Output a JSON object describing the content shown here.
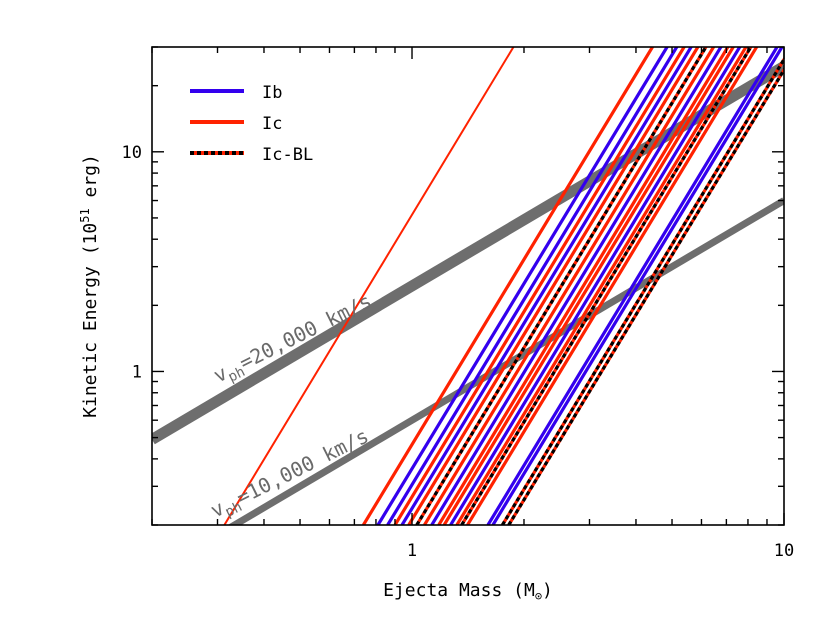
{
  "chart_data": {
    "type": "line",
    "xlabel_main": "Ejecta Mass (M",
    "xlabel_sym": "⊙",
    "xlabel_close": ")",
    "ylabel_main": "Kinetic Energy (10",
    "ylabel_sup": "51",
    "ylabel_unit": " erg)",
    "x_scale": "log",
    "y_scale": "log",
    "xlim": [
      0.2,
      10
    ],
    "ylim": [
      0.2,
      30
    ],
    "x_ticks": [
      {
        "value": 1,
        "label": "1"
      },
      {
        "value": 10,
        "label": "10"
      }
    ],
    "y_ticks": [
      {
        "value": 1,
        "label": "1"
      },
      {
        "value": 10,
        "label": "10"
      }
    ],
    "legend": {
      "position": "top-left",
      "entries": [
        {
          "label": "Ib",
          "color": "#3300ee",
          "style": "solid"
        },
        {
          "label": "Ic",
          "color": "#ff2200",
          "style": "solid"
        },
        {
          "label": "Ic-BL",
          "color": "#000000",
          "style": "dashed-on-red"
        }
      ]
    },
    "velocity_lines": [
      {
        "sub": "ph",
        "text": "=20,000 km/s",
        "color": "#6e6e6e",
        "x": [
          0.2,
          10
        ],
        "y": [
          0.49,
          24.5
        ]
      },
      {
        "sub": "ph",
        "text": "=10,000 km/s",
        "color": "#6e6e6e",
        "x": [
          0.2,
          10
        ],
        "y": [
          0.12,
          6.0
        ]
      }
    ],
    "slope": 2.8,
    "series": [
      {
        "class": "Ic",
        "x_at_ymin": 0.74
      },
      {
        "class": "Ib",
        "x_at_ymin": 0.81
      },
      {
        "class": "Ib",
        "x_at_ymin": 0.86
      },
      {
        "class": "Ic",
        "x_at_ymin": 0.9
      },
      {
        "class": "Ib",
        "x_at_ymin": 0.94
      },
      {
        "class": "Ic",
        "x_at_ymin": 0.98
      },
      {
        "class": "Ic-BL",
        "x_at_ymin": 1.03
      },
      {
        "class": "Ic",
        "x_at_ymin": 1.08
      },
      {
        "class": "Ib",
        "x_at_ymin": 1.13
      },
      {
        "class": "Ic",
        "x_at_ymin": 1.18
      },
      {
        "class": "Ic",
        "x_at_ymin": 1.22
      },
      {
        "class": "Ib",
        "x_at_ymin": 1.27
      },
      {
        "class": "Ic",
        "x_at_ymin": 1.32
      },
      {
        "class": "Ic-BL",
        "x_at_ymin": 1.36
      },
      {
        "class": "Ic",
        "x_at_ymin": 1.41
      },
      {
        "class": "Ib",
        "x_at_ymin": 1.6
      },
      {
        "class": "Ib",
        "x_at_ymin": 1.65
      },
      {
        "class": "Ic-BL",
        "x_at_ymin": 1.75
      },
      {
        "class": "Ic-BL",
        "x_at_ymin": 1.82
      },
      {
        "class": "Ic",
        "x_at_ymin": 0.313,
        "y_end": 30
      }
    ]
  }
}
